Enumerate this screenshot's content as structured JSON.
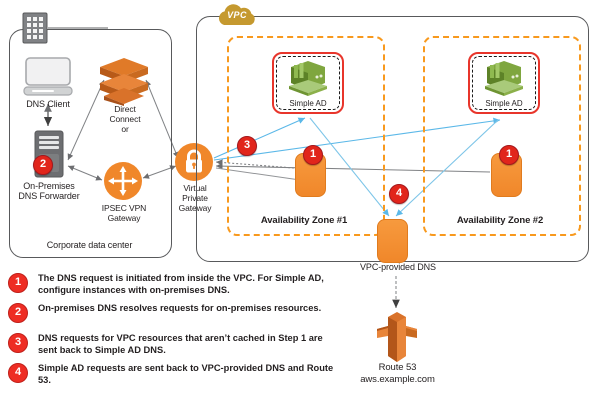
{
  "diagram": {
    "title": "AWS DNS resolution architecture with Simple AD",
    "colors": {
      "aws_orange": "#f0872a",
      "aws_orange_dark": "#d9722a",
      "az_dashed": "#f8991d",
      "badge_red": "#e1251b",
      "simplead_border": "#e8352b",
      "simplead_green": "#6c9130",
      "box_gray": "#58595b",
      "arrow_gray": "#808285",
      "arrow_blue": "#5bb8e8",
      "vpc_badge": "#c5992f"
    }
  },
  "corporate": {
    "box_label": "Corporate data center",
    "building_icon": "office-building-icon",
    "dns_client": {
      "label": "DNS Client",
      "icon": "desktop-monitor-icon"
    },
    "dns_forwarder": {
      "label": "On-Premises\nDNS Forwarder",
      "icon": "server-rack-icon",
      "badge": "2"
    },
    "direct_connect": {
      "label": "Direct\nConnect\nor",
      "icon": "direct-connect-icon"
    },
    "ipsec_vpn": {
      "label": "IPSEC VPN\nGateway",
      "icon": "vpn-gateway-icon"
    }
  },
  "gateway": {
    "virtual_private_gateway": {
      "label": "Virtual\nPrivate\nGateway",
      "icon": "padlock-icon"
    }
  },
  "vpc": {
    "badge_label": "VPC",
    "badge_icon": "cloud-icon",
    "availability_zones": [
      {
        "label": "Availability Zone #1",
        "simple_ad": {
          "label": "Simple AD",
          "icon": "simple-ad-icon"
        },
        "instance": {
          "badge": "1",
          "icon": "ec2-instance-icon"
        }
      },
      {
        "label": "Availability Zone #2",
        "simple_ad": {
          "label": "Simple AD",
          "icon": "simple-ad-icon"
        },
        "instance": {
          "badge": "1",
          "icon": "ec2-instance-icon"
        }
      }
    ],
    "vpc_dns": {
      "label": "VPC-provided DNS",
      "badge": "4",
      "icon": "ec2-instance-icon"
    }
  },
  "route53": {
    "label": "Route 53\naws.example.com",
    "icon": "route-53-icon"
  },
  "legend": {
    "items": [
      {
        "number": "1",
        "text": "The DNS request is initiated from inside the VPC.  For Simple AD, configure instances with on-premises DNS."
      },
      {
        "number": "2",
        "text": "On-premises DNS resolves requests for on-premises resources."
      },
      {
        "number": "3",
        "text": "DNS requests for VPC resources that aren’t cached in Step 1 are sent back to Simple AD DNS."
      },
      {
        "number": "4",
        "text": "Simple AD requests are sent back to VPC-provided DNS and Route 53."
      }
    ]
  }
}
